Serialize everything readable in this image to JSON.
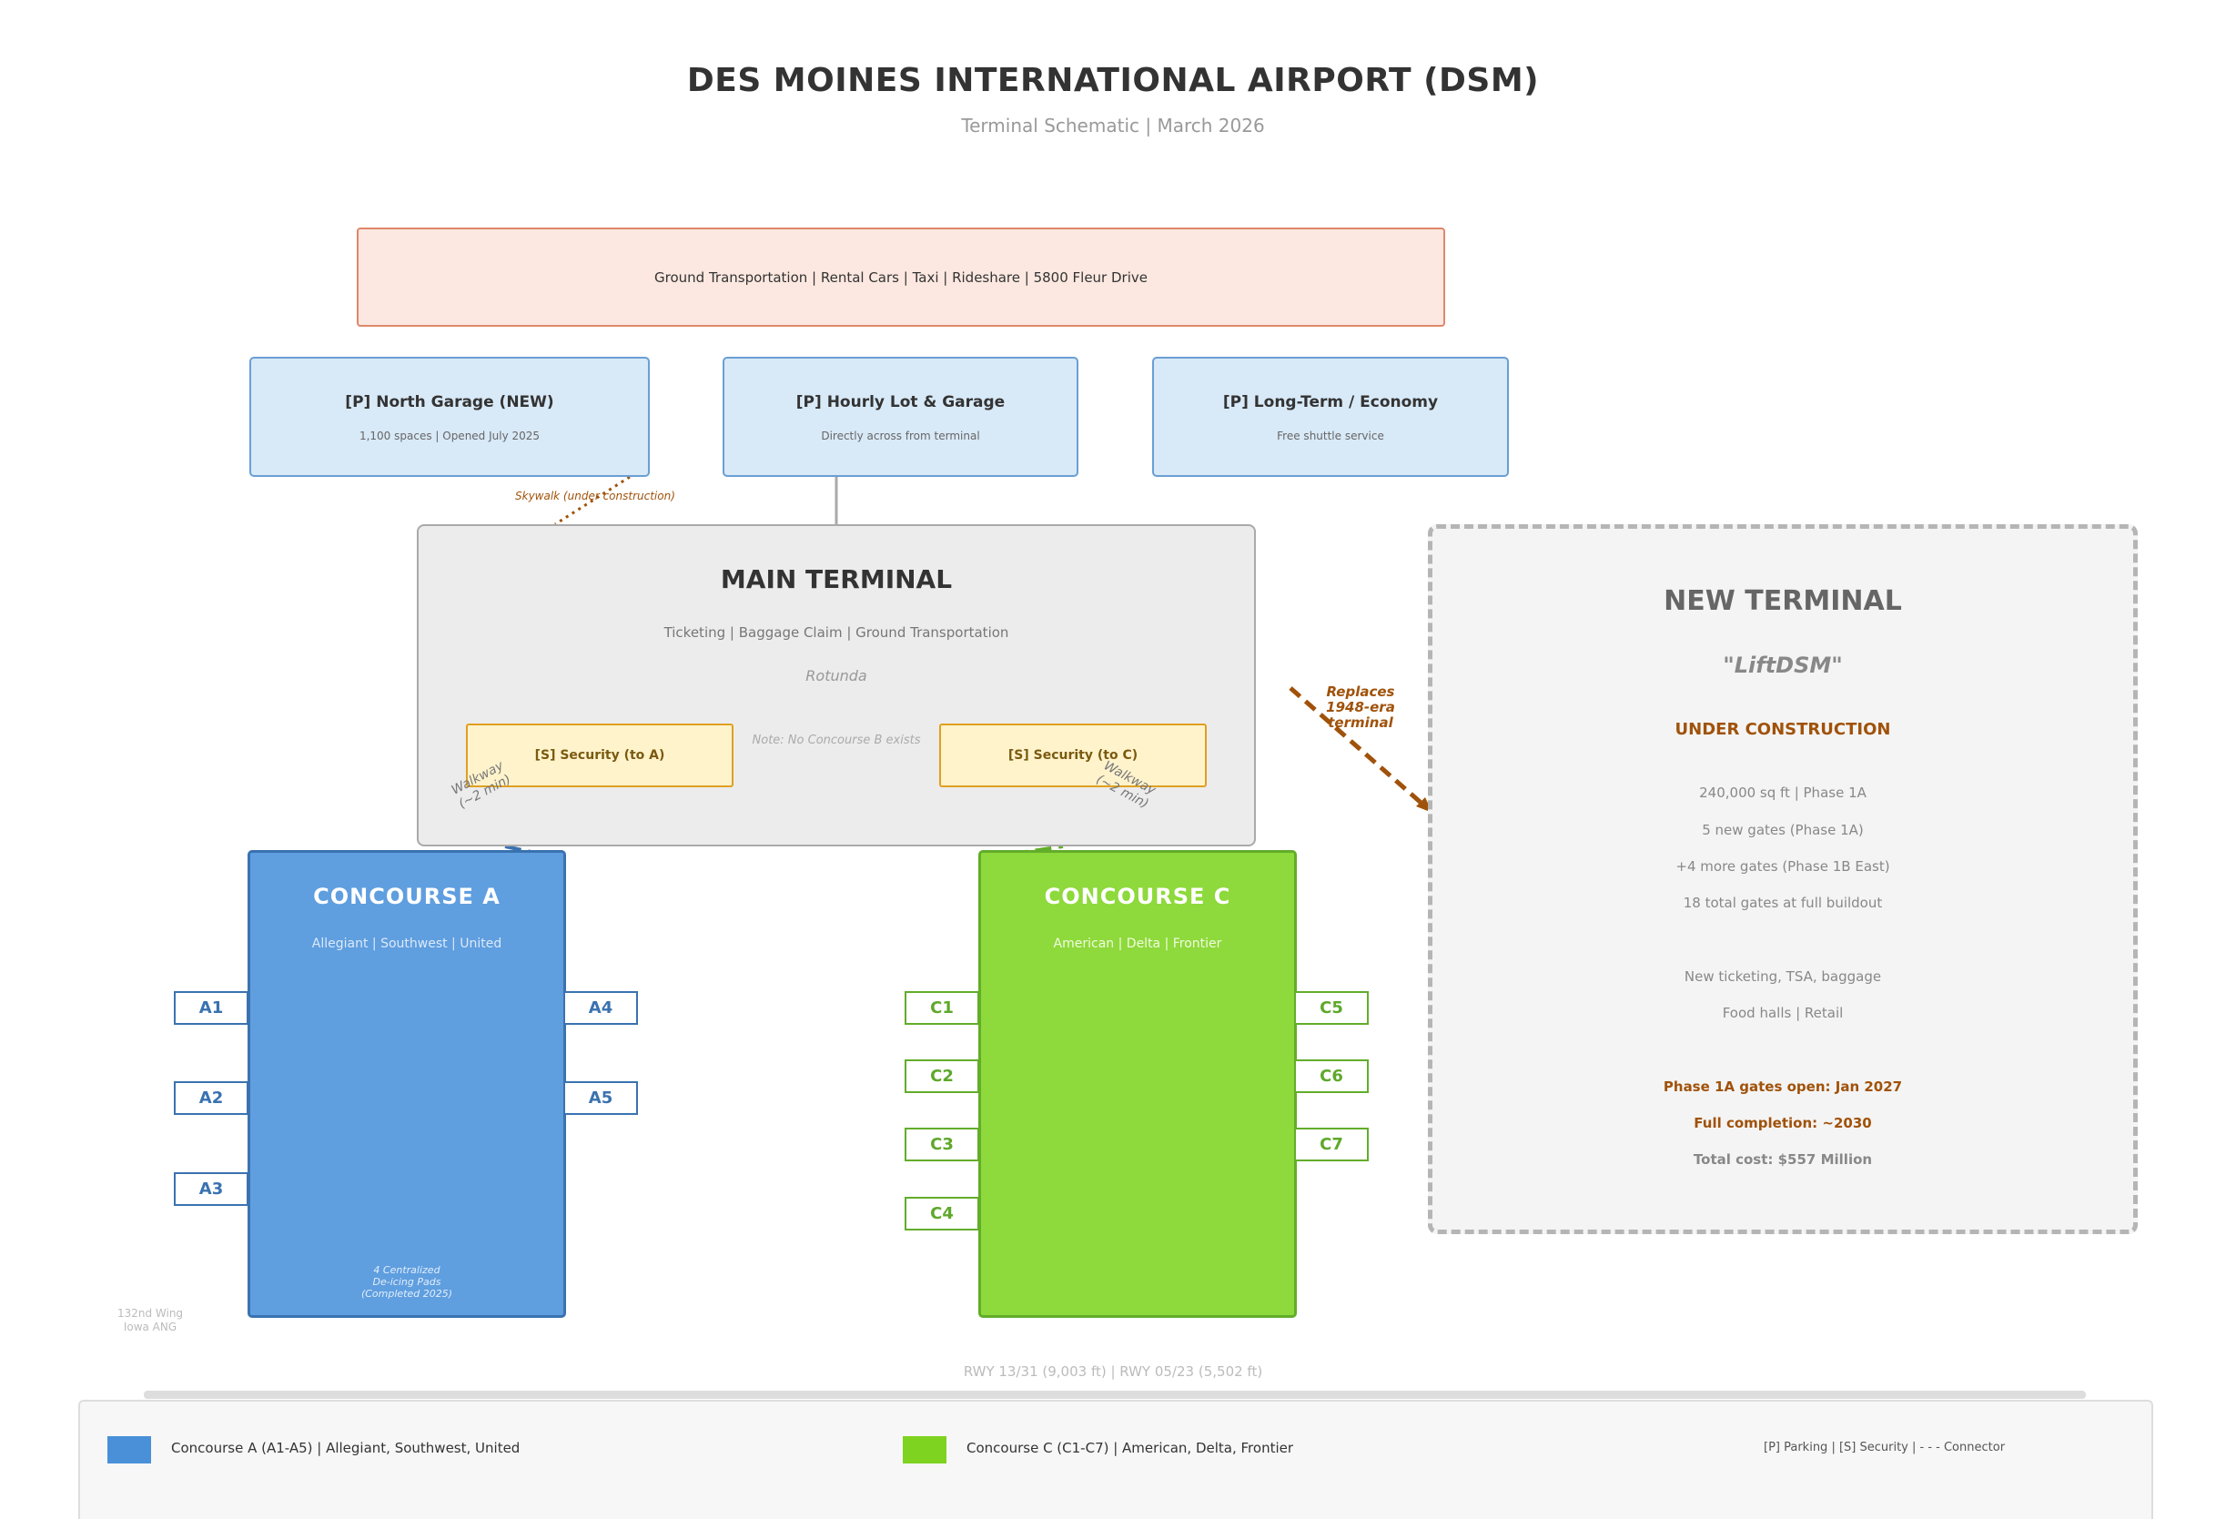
{
  "title": "DES MOINES INTERNATIONAL AIRPORT  (DSM)",
  "subtitle": "Terminal Schematic  |  March 2026",
  "ground": "Ground Transportation  |  Rental Cars  |  Taxi  |  Rideshare  |  5800 Fleur Drive",
  "parking": [
    {
      "name": "[P]  North Garage (NEW)",
      "detail": "1,100 spaces  |  Opened July 2025"
    },
    {
      "name": "[P]  Hourly Lot & Garage",
      "detail": "Directly across from terminal"
    },
    {
      "name": "[P]  Long-Term / Economy",
      "detail": "Free shuttle service"
    }
  ],
  "skywalk_label": "Skywalk (under construction)",
  "main_terminal": {
    "title": "MAIN TERMINAL",
    "subtitle": "Ticketing  |  Baggage Claim  |  Ground Transportation",
    "rotunda": "Rotunda",
    "note": "Note: No Concourse B exists",
    "security_a": "[S] Security  (to A)",
    "security_c": "[S] Security  (to C)"
  },
  "walkway_label": "Walkway\n(~2 min)",
  "replaces_label": "Replaces\n1948-era\nterminal",
  "concourse_a": {
    "title": "CONCOURSE  A",
    "airlines": "Allegiant  |  Southwest  |  United",
    "note": "4 Centralized\nDe-icing Pads\n(Completed 2025)",
    "gates_left": [
      "A1",
      "A2",
      "A3"
    ],
    "gates_right": [
      "A4",
      "A5"
    ]
  },
  "concourse_c": {
    "title": "CONCOURSE  C",
    "airlines": "American  |  Delta  |  Frontier",
    "gates_left": [
      "C1",
      "C2",
      "C3",
      "C4"
    ],
    "gates_right": [
      "C5",
      "C6",
      "C7"
    ]
  },
  "new_terminal": {
    "title": "NEW TERMINAL",
    "name": "\"LiftDSM\"",
    "status": "UNDER CONSTRUCTION",
    "details": [
      "240,000 sq ft  |  Phase 1A",
      "5 new gates (Phase 1A)",
      "+4 more gates (Phase 1B East)",
      "18 total gates at full buildout"
    ],
    "amenities": [
      "New ticketing, TSA, baggage",
      "Food halls  |  Retail"
    ],
    "phase_open": "Phase 1A gates open: Jan 2027",
    "completion": "Full completion: ~2030",
    "cost": "Total cost: $557 Million"
  },
  "wing_label": "132nd Wing\nIowa ANG",
  "runways": "RWY 13/31  (9,003 ft)    |    RWY 05/23  (5,502 ft)",
  "legend": {
    "a": "Concourse A  (A1-A5)  |  Allegiant, Southwest, United",
    "c": "Concourse C  (C1-C7)  |  American, Delta, Frontier",
    "misc": "[P] Parking  |  [S] Security  |  - - - Connector"
  },
  "colors": {
    "concourse_a": "#4a90d9",
    "concourse_c": "#7ed321",
    "accent": "#a0520a",
    "parking": "#d8e9f7",
    "ground": "#fce8e0",
    "security": "#fff3cc"
  }
}
